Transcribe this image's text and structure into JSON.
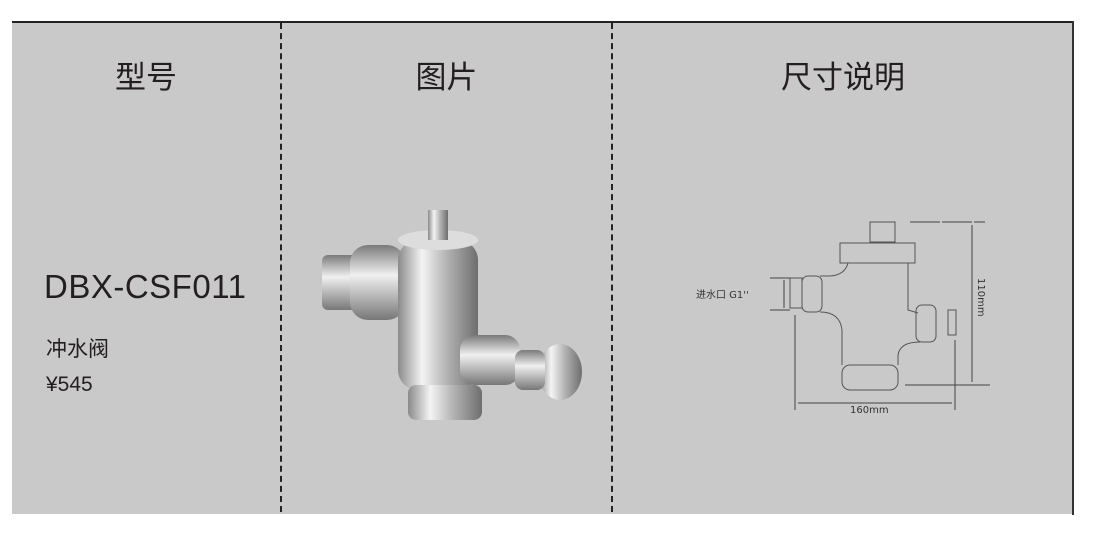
{
  "headers": {
    "model": "型号",
    "picture": "图片",
    "dimensions": "尺寸说明"
  },
  "product": {
    "model": "DBX-CSF011",
    "name": "冲水阀",
    "price": "¥545"
  },
  "diagram": {
    "inlet_label": "进水口 G1''",
    "height_label": "110mm",
    "width_label": "160mm"
  }
}
